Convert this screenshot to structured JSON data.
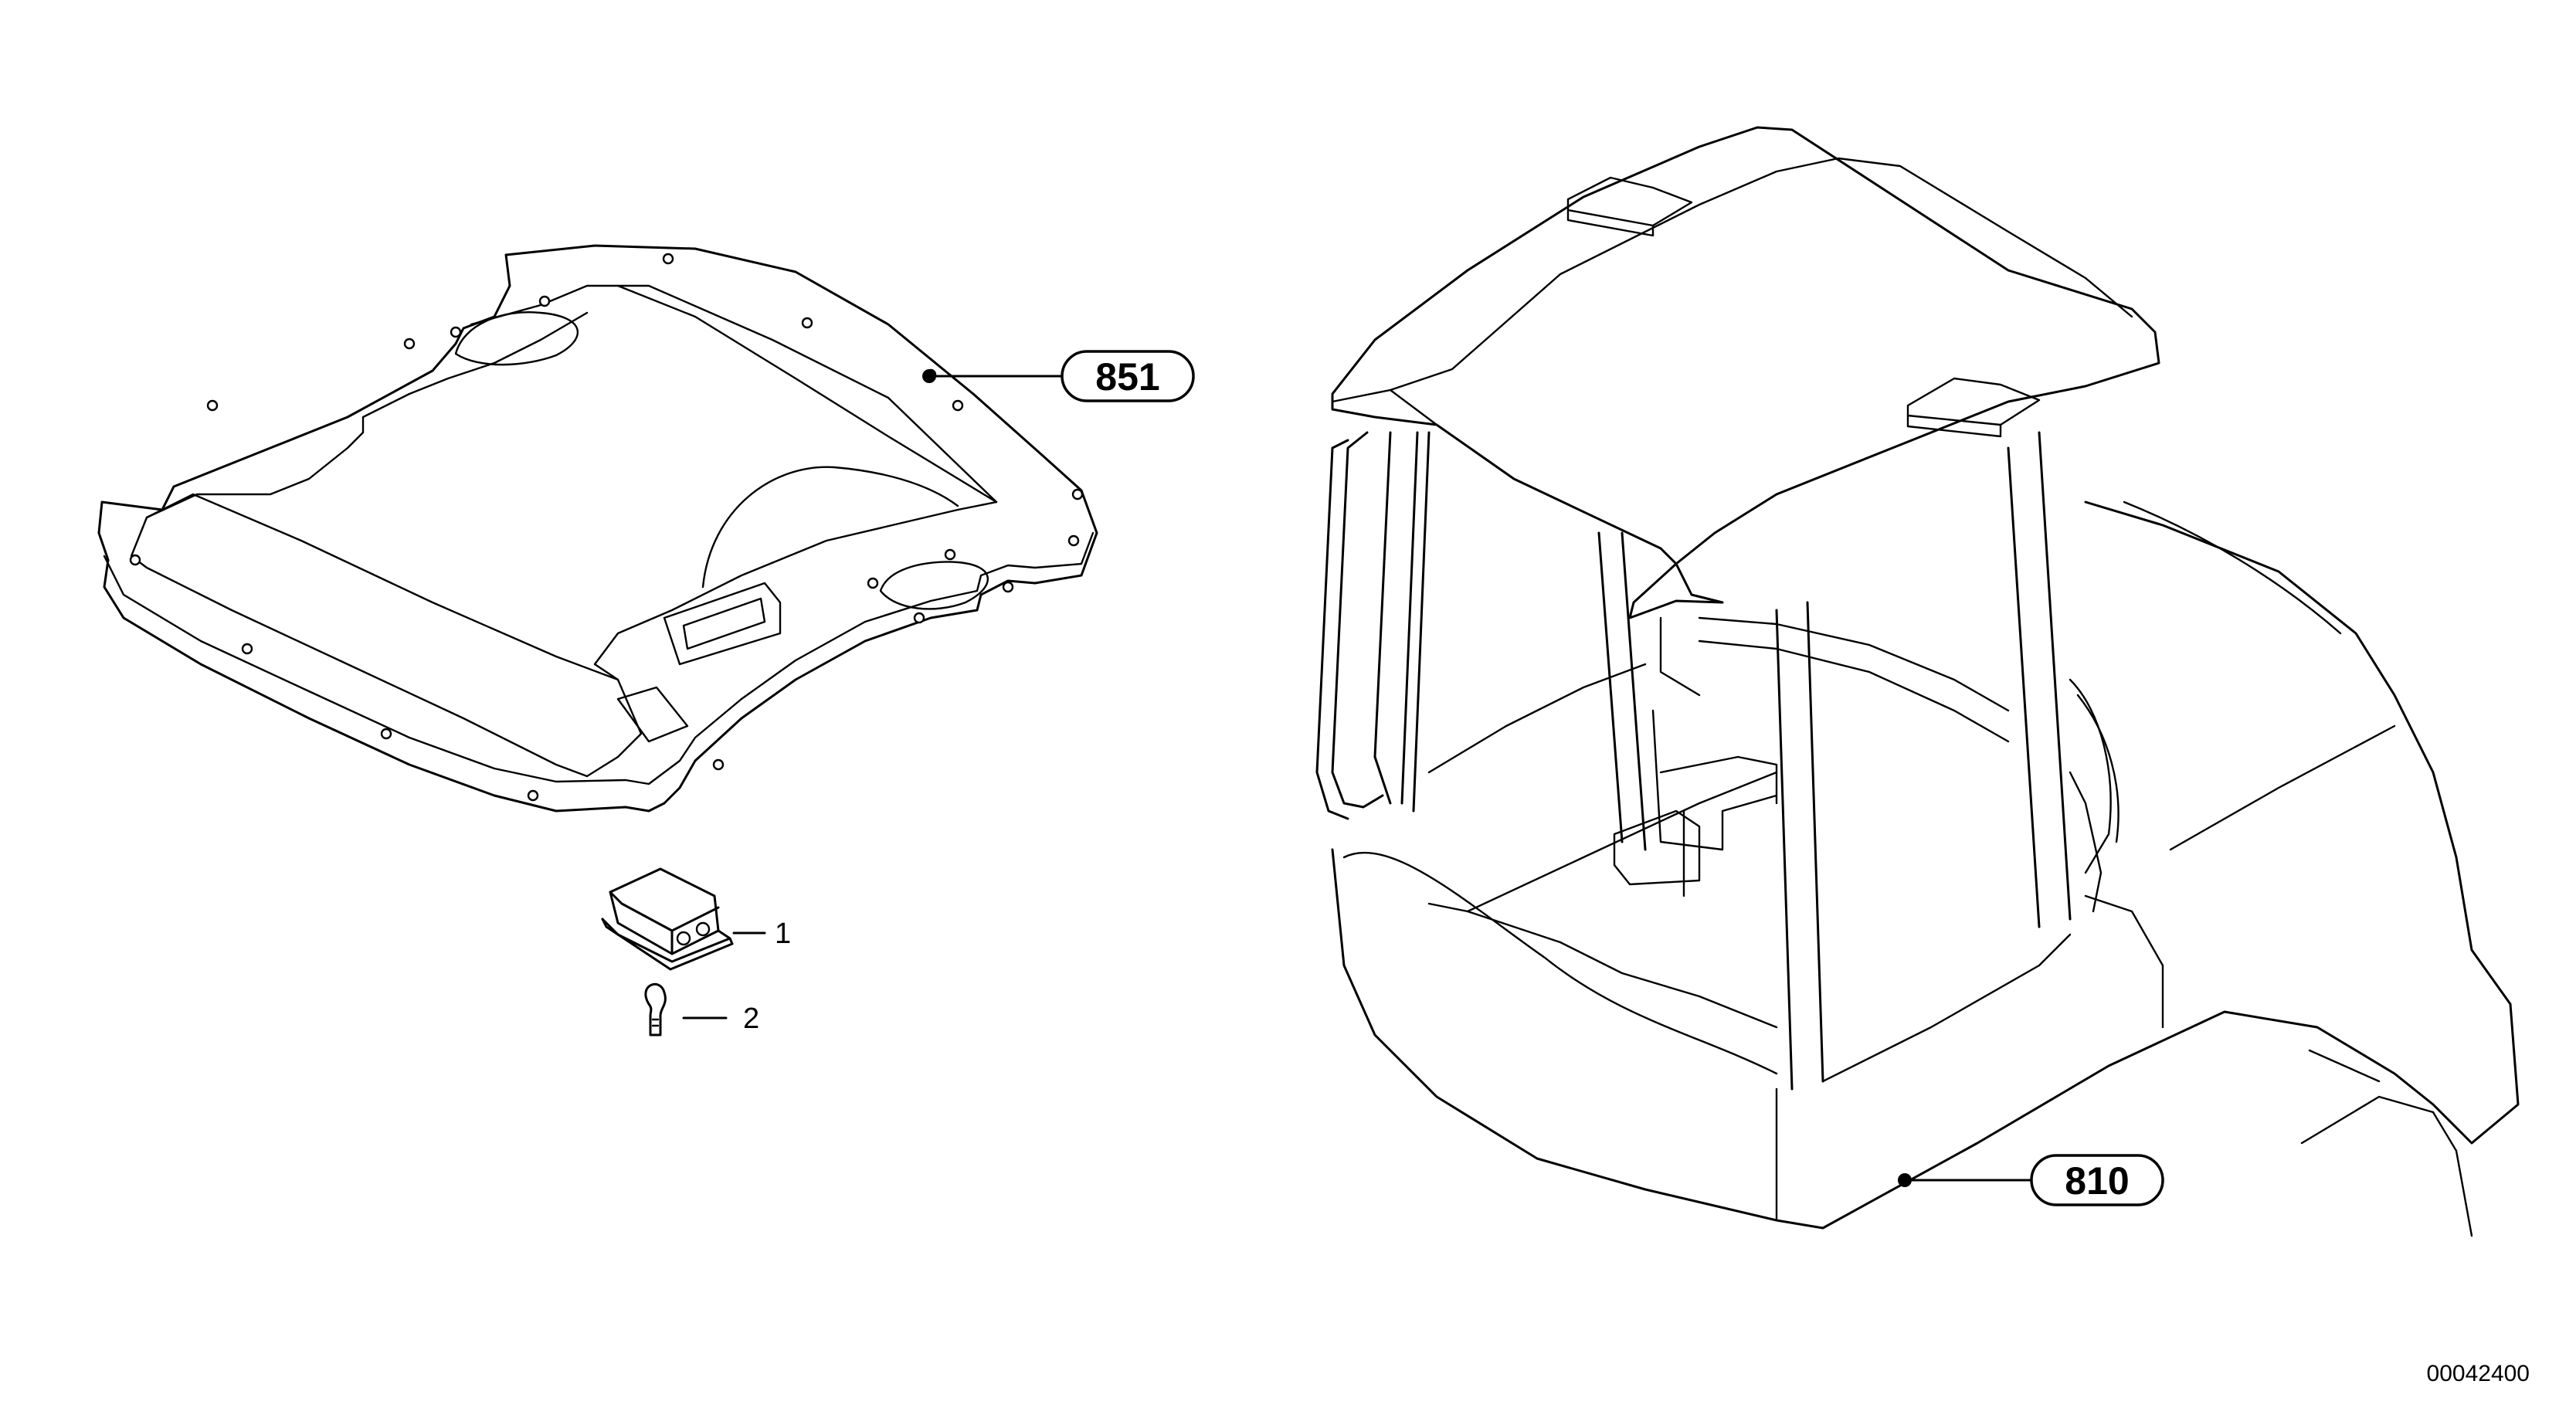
{
  "callouts": {
    "headliner": "851",
    "cab": "810"
  },
  "items": {
    "lamp": "1",
    "bulb": "2"
  },
  "drawing_number": "00042400"
}
